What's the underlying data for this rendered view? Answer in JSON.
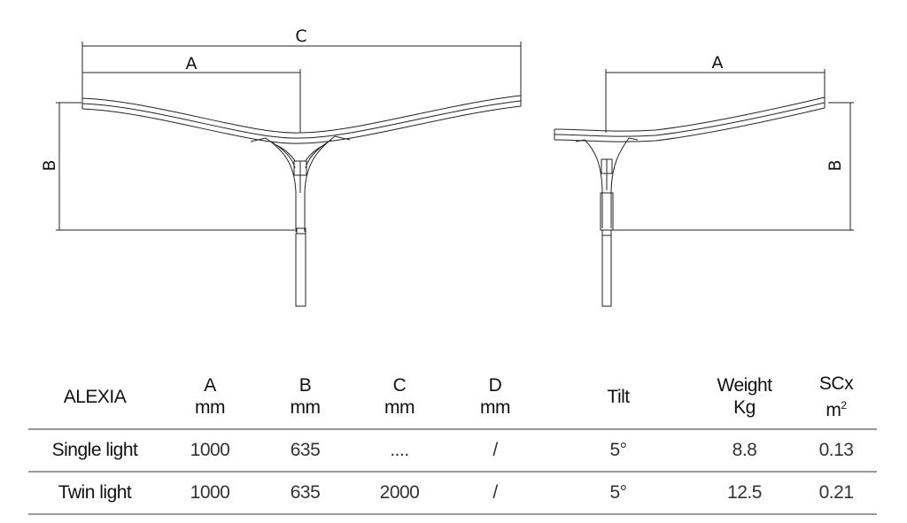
{
  "drawing": {
    "twin_view": {
      "dim_labels": {
        "a": "A",
        "b": "B",
        "c": "C"
      }
    },
    "single_view": {
      "dim_labels": {
        "a": "A",
        "b": "B"
      }
    }
  },
  "table": {
    "headers": [
      {
        "top": "ALEXIA",
        "bottom": ""
      },
      {
        "top": "A",
        "bottom": "mm"
      },
      {
        "top": "B",
        "bottom": "mm"
      },
      {
        "top": "C",
        "bottom": "mm"
      },
      {
        "top": "D",
        "bottom": "mm"
      },
      {
        "top": "Tilt",
        "bottom": ""
      },
      {
        "top": "Weight",
        "bottom": "Kg"
      },
      {
        "top": "SCx",
        "bottom": "m",
        "sup": "2"
      }
    ],
    "rows": [
      [
        "Single light",
        "1000",
        "635",
        "....",
        "/",
        "5°",
        "8.8",
        "0.13"
      ],
      [
        "Twin light",
        "1000",
        "635",
        "2000",
        "/",
        "5°",
        "12.5",
        "0.21"
      ]
    ]
  }
}
